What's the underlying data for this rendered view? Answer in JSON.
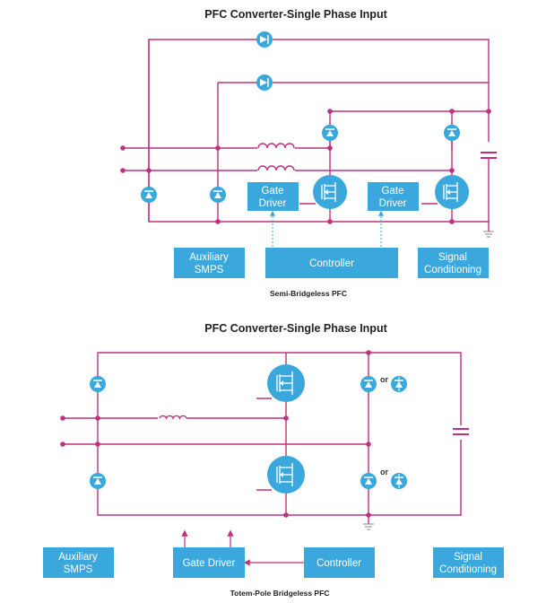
{
  "colors": {
    "wire": "#c0307e",
    "block": "#3aa8dc",
    "dashed": "#3aa8dc",
    "text": "#222222",
    "ground": "#888888"
  },
  "top": {
    "title": "PFC Converter-Single Phase Input",
    "caption": "Semi-Bridgeless PFC",
    "gate_driver_left": [
      "Gate",
      "Driver"
    ],
    "gate_driver_right": [
      "Gate",
      "Driver"
    ],
    "auxiliary_smps": [
      "Auxiliary",
      "SMPS"
    ],
    "controller": "Controller",
    "signal_conditioning": [
      "Signal",
      "Conditioning"
    ]
  },
  "bottom": {
    "title": "PFC Converter-Single Phase Input",
    "caption": "Totem-Pole Bridgeless PFC",
    "or_label": "or",
    "auxiliary_smps": [
      "Auxiliary",
      "SMPS"
    ],
    "gate_driver": "Gate Driver",
    "controller": "Controller",
    "signal_conditioning": [
      "Signal",
      "Conditioning"
    ]
  },
  "icons": [
    "diode-icon",
    "mosfet-icon",
    "inductor-icon",
    "capacitor-icon",
    "ground-icon",
    "arrow-icon"
  ]
}
